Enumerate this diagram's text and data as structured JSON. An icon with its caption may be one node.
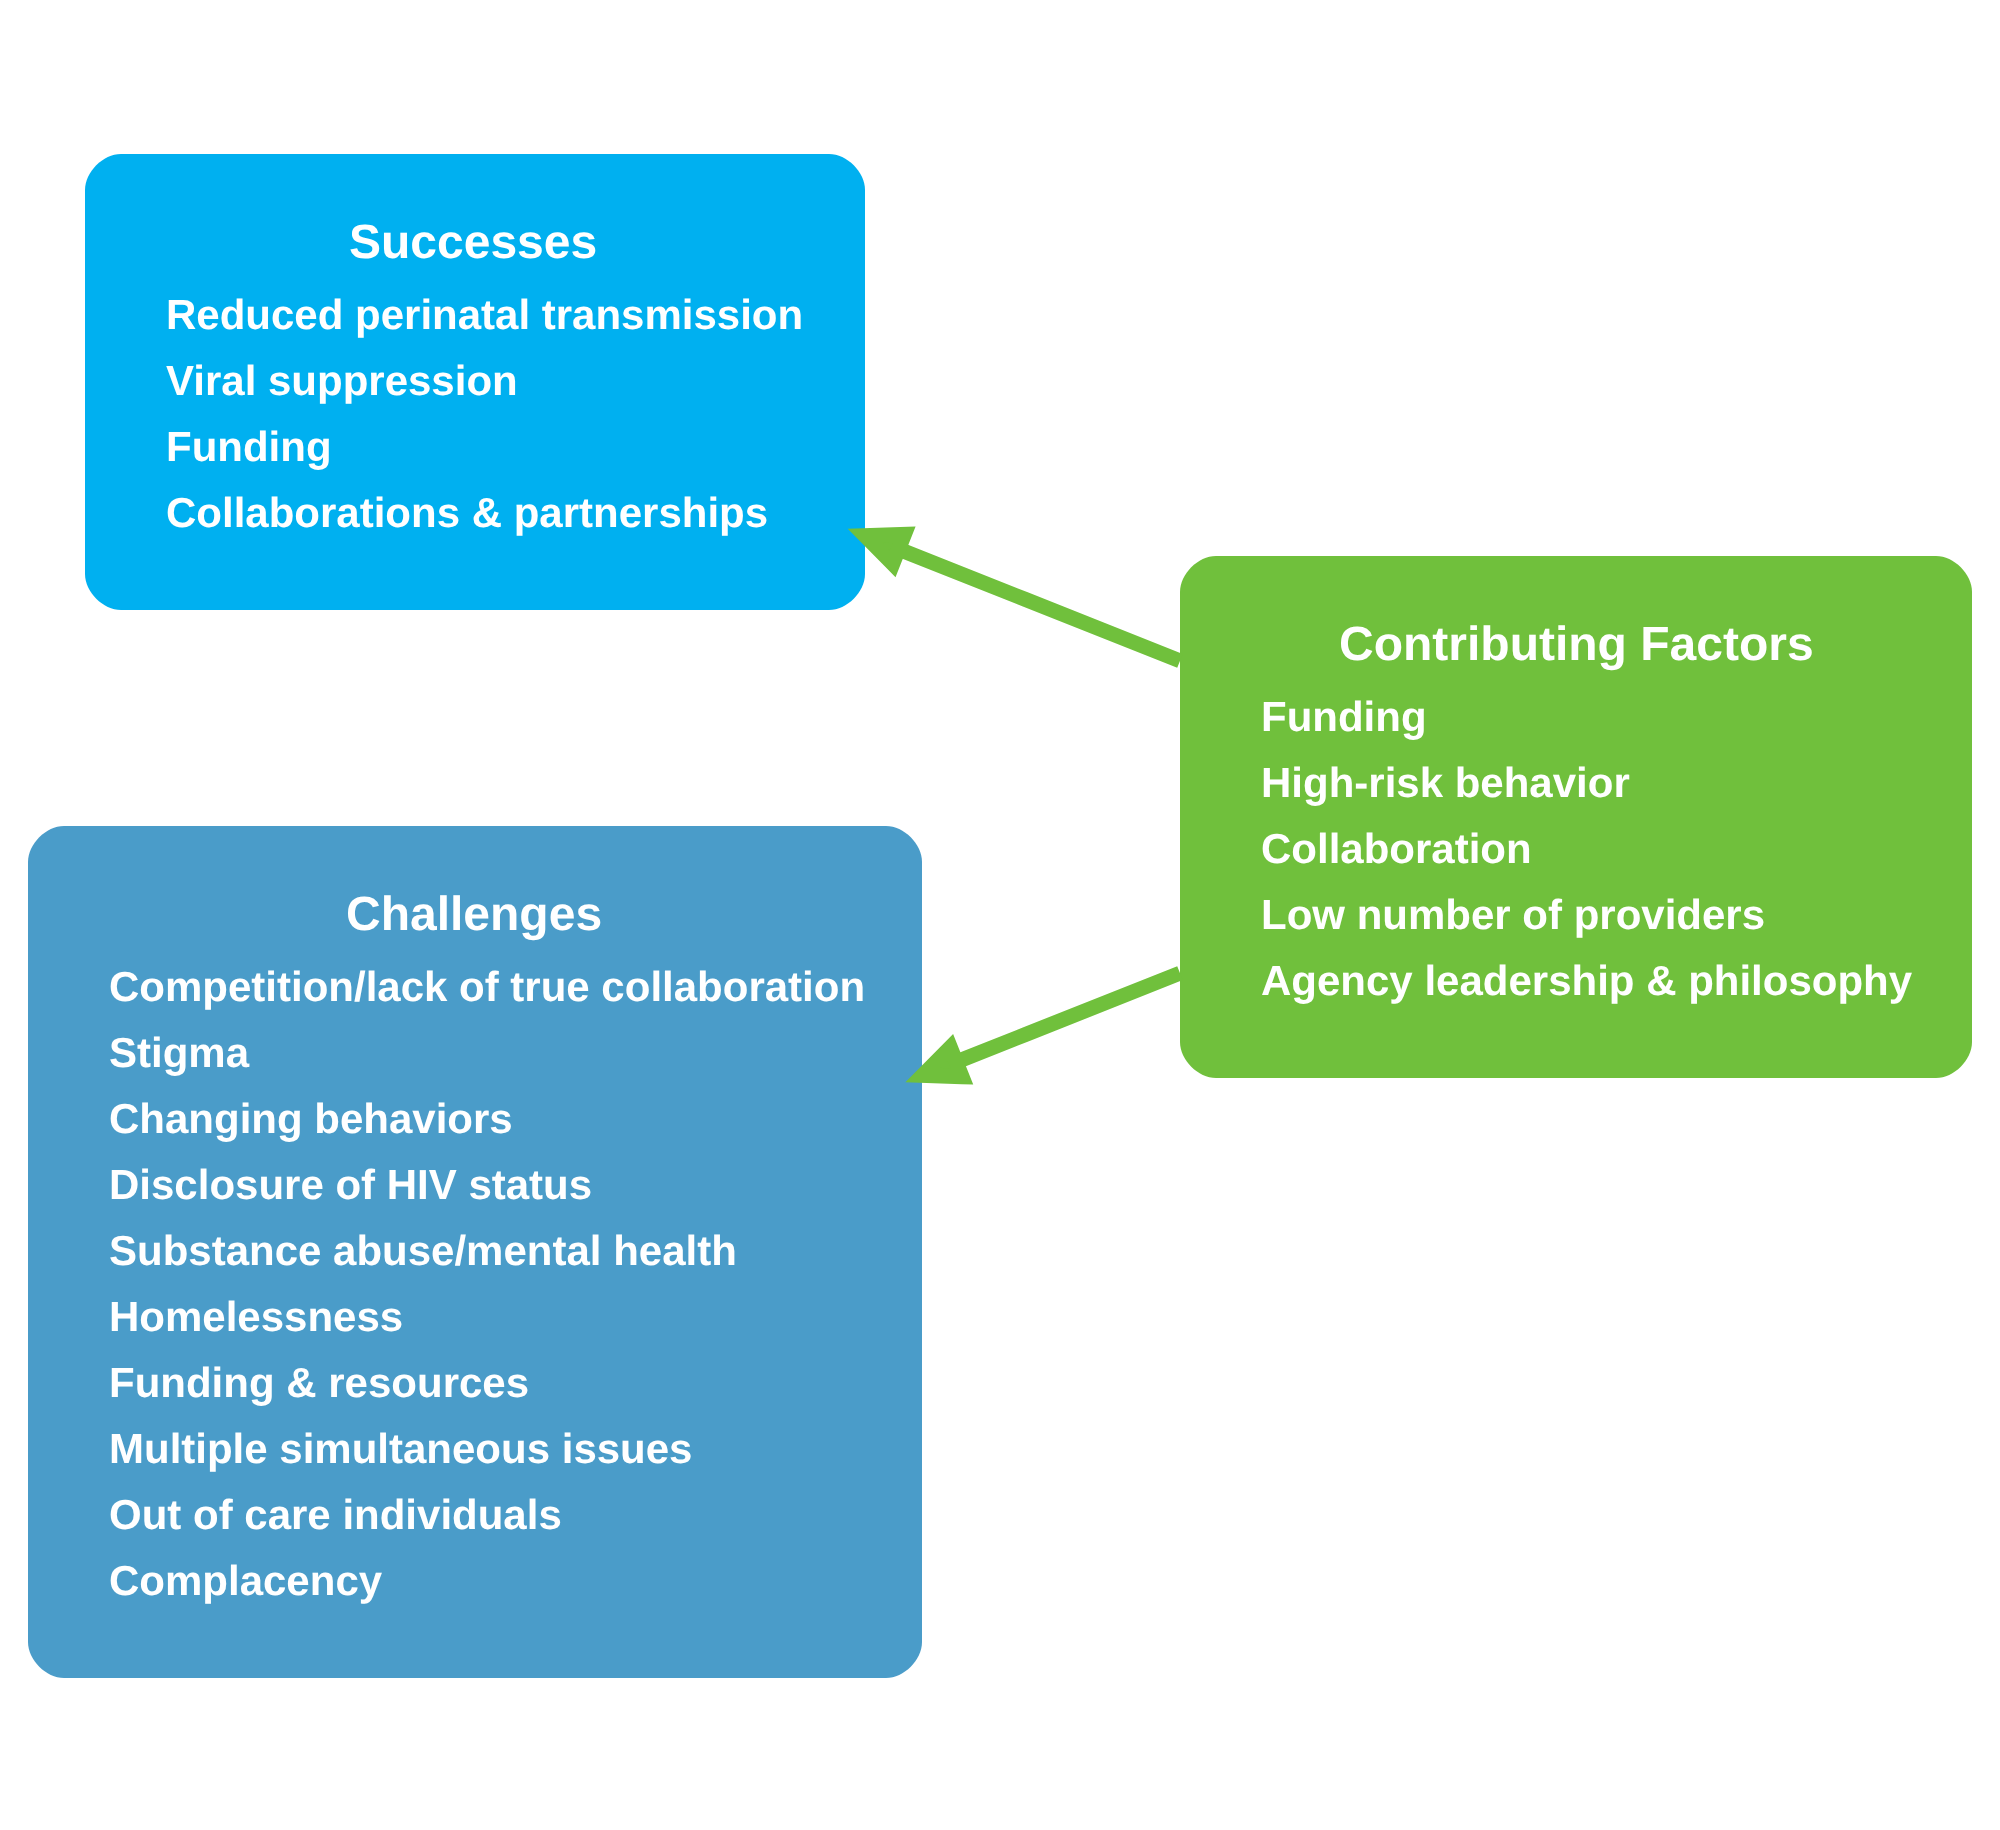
{
  "diagram": {
    "nodes": [
      {
        "text": [
          "Successes",
          "Reduced perinatal transmission",
          "Viral suppression",
          "Funding",
          "Collaborations & partnerships"
        ]
      },
      {
        "text": [
          "Challenges",
          "Competition/lack of true collaboration",
          "Stigma",
          "Changing behaviors",
          "Disclosure of HIV status",
          "Substance abuse/mental health",
          "Homelessness",
          "Funding & resources",
          "Multiple simultaneous issues",
          "Out of care individuals",
          "Complacency"
        ]
      },
      {
        "text": [
          "Contributing Factors",
          "Funding",
          "High-risk behavior",
          "Collaboration",
          "Low number of providers",
          "Agency leadership & philosophy"
        ]
      }
    ],
    "edges": [
      {
        "from": 2,
        "to": 0,
        "arrow": "to"
      },
      {
        "from": 2,
        "to": 1,
        "arrow": "to"
      }
    ]
  }
}
